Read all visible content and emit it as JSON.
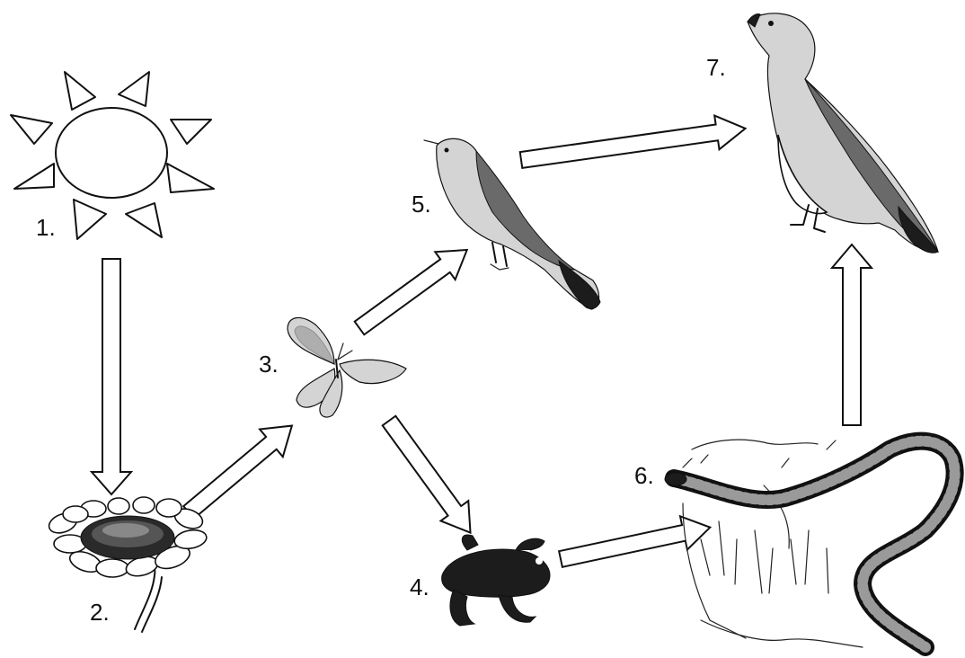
{
  "diagram": {
    "nodes": [
      {
        "id": "sun",
        "label": "1.",
        "icon": "sun-icon"
      },
      {
        "id": "flower",
        "label": "2.",
        "icon": "daisy-flower-icon"
      },
      {
        "id": "butterfly",
        "label": "3.",
        "icon": "butterfly-icon"
      },
      {
        "id": "frog",
        "label": "4.",
        "icon": "frog-icon"
      },
      {
        "id": "songbird",
        "label": "5.",
        "icon": "songbird-icon"
      },
      {
        "id": "snake",
        "label": "6.",
        "icon": "snake-icon"
      },
      {
        "id": "hawk",
        "label": "7.",
        "icon": "hawk-icon"
      }
    ],
    "edges": [
      {
        "from": "1.",
        "to": "2."
      },
      {
        "from": "2.",
        "to": "3."
      },
      {
        "from": "3.",
        "to": "5."
      },
      {
        "from": "3.",
        "to": "4."
      },
      {
        "from": "5.",
        "to": "7."
      },
      {
        "from": "4.",
        "to": "6."
      },
      {
        "from": "6.",
        "to": "7."
      }
    ]
  }
}
